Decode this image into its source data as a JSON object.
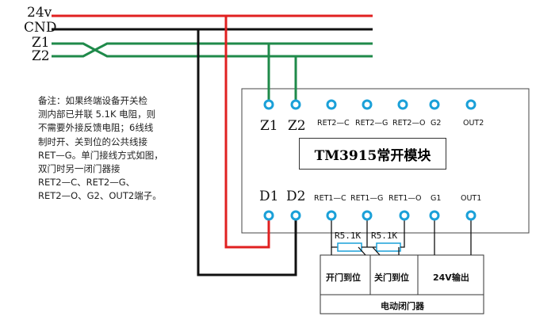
{
  "wires": {
    "v24": "24v",
    "gnd": "CND",
    "z1": "Z1",
    "z2": "Z2"
  },
  "colors": {
    "red": "#e02020",
    "black": "#111111",
    "green": "#1f8a4a",
    "pin": "#1aa0d8"
  },
  "note_lines": [
    "备注：如果终端设备开关检",
    "测内部已并联 5.1K 电阻，则",
    "不需要外接反馈电阻；6线线",
    "制时开、关到位的公共线接",
    "RET—G。单门接线方式如图，",
    "双门时另一闭门器接",
    "RET2—C、RET2—G、",
    "RET2—O、G2、OUT2端子。"
  ],
  "module": {
    "title": "TM3915常开模块",
    "top_terminals": [
      "Z1",
      "Z2"
    ],
    "top_pins": [
      "RET2—C",
      "RET2—G",
      "RET2—O",
      "G2",
      "OUT2"
    ],
    "bottom_terminals": [
      "D1",
      "D2"
    ],
    "bottom_pins": [
      "RET1—C",
      "RET1—G",
      "RET1—O",
      "G1",
      "OUT1"
    ]
  },
  "resistors": [
    "R5.1K",
    "R5.1K"
  ],
  "closer": {
    "open_label": "开门到位",
    "close_label": "关门到位",
    "out_label": "24V输出",
    "name": "电动闭门器"
  }
}
